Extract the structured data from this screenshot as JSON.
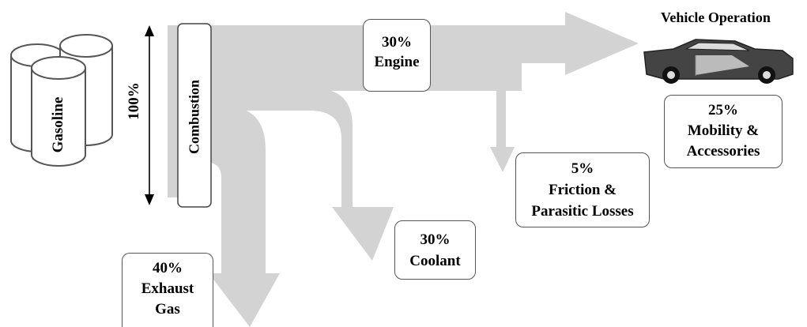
{
  "diagram": {
    "title": "Vehicle Operation",
    "source": {
      "label": "Gasoline"
    },
    "total": {
      "label": "100%"
    },
    "combustion": {
      "label": "Combustion"
    },
    "nodes": {
      "engine": {
        "percent": "30%",
        "label": "Engine"
      },
      "mobility": {
        "percent": "25%",
        "line1": "Mobility &",
        "line2": "Accessories"
      },
      "friction": {
        "percent": "5%",
        "line1": "Friction &",
        "line2": "Parasitic Losses"
      },
      "coolant": {
        "percent": "30%",
        "label": "Coolant"
      },
      "exhaust": {
        "percent": "40%",
        "line1": "Exhaust",
        "line2": "Gas"
      }
    }
  },
  "colors": {
    "flow": "#d3d3d3",
    "box_border": "#555555",
    "text": "#000000"
  },
  "icons": [
    "gasoline-tanks-icon",
    "double-arrow-icon",
    "car-icon"
  ]
}
